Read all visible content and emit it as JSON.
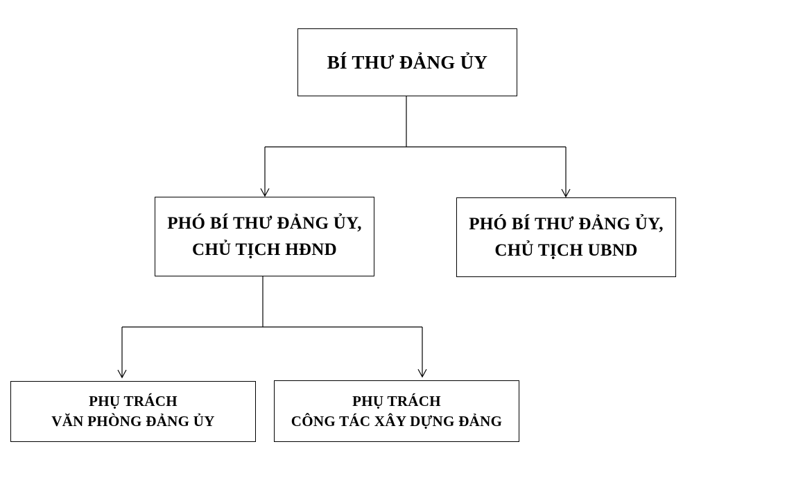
{
  "diagram": {
    "nodes": [
      {
        "id": "root",
        "lines": [
          "BÍ THƯ ĐẢNG ỦY"
        ]
      },
      {
        "id": "hdnd",
        "lines": [
          "PHÓ BÍ THƯ ĐẢNG ỦY,",
          "CHỦ TỊCH HĐND"
        ]
      },
      {
        "id": "ubnd",
        "lines": [
          "PHÓ BÍ THƯ ĐẢNG ỦY,",
          "CHỦ TỊCH UBND"
        ]
      },
      {
        "id": "office",
        "lines": [
          "PHỤ TRÁCH",
          "VĂN PHÒNG ĐẢNG ỦY"
        ]
      },
      {
        "id": "party",
        "lines": [
          "PHỤ TRÁCH",
          "CÔNG TÁC XÂY DỰNG ĐẢNG"
        ]
      }
    ],
    "edges": [
      {
        "from": "root",
        "to": "hdnd"
      },
      {
        "from": "root",
        "to": "ubnd"
      },
      {
        "from": "hdnd",
        "to": "office"
      },
      {
        "from": "hdnd",
        "to": "party"
      }
    ]
  }
}
